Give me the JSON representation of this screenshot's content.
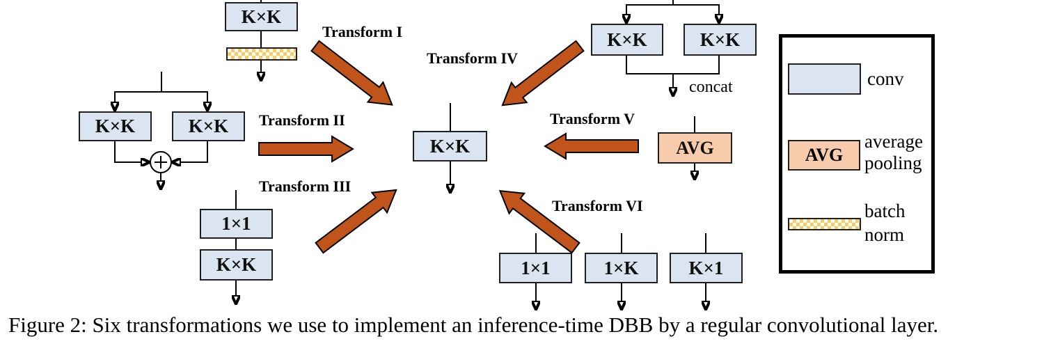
{
  "caption": "Figure 2: Six transformations we use to implement an inference-time DBB by a regular convolutional layer.",
  "diagram": {
    "center": {
      "conv": "K×K"
    },
    "transform_labels": {
      "t1": "Transform I",
      "t2": "Transform II",
      "t3": "Transform III",
      "t4": "Transform IV",
      "t5": "Transform V",
      "t6": "Transform VI"
    },
    "conv_bn_branch": {
      "conv": "K×K"
    },
    "parallel_add_branch": {
      "conv_left": "K×K",
      "conv_right": "K×K"
    },
    "sequential_branch": {
      "conv_top": "1×1",
      "conv_bottom": "K×K"
    },
    "parallel_concat_branch": {
      "conv_left": "K×K",
      "conv_right": "K×K",
      "merge_label": "concat"
    },
    "avg_branch": {
      "label": "AVG"
    },
    "multiscale_branch": {
      "conv_left": "1×1",
      "conv_middle": "1×K",
      "conv_right": "K×1"
    }
  },
  "legend": {
    "conv": {
      "label": "conv"
    },
    "avg": {
      "box_label": "AVG",
      "label_line1": "average",
      "label_line2": "pooling"
    },
    "bn": {
      "label_line1": "batch",
      "label_line2": "norm"
    }
  },
  "colors": {
    "conv_fill": "#dbe5f1",
    "conv_border": "#1f1f1f",
    "avg_fill": "#f8cbad",
    "arrow_fill": "#c0541b",
    "bn_gold": "#f7cb66",
    "bn_cream": "#fffdf2",
    "line": "#000000"
  }
}
